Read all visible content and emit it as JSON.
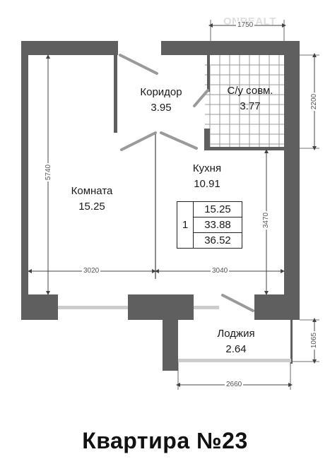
{
  "colors": {
    "wall": "#5f5f5f",
    "window": "#c8c8c8",
    "door": "#a0a0a0",
    "dim_line": "#444444",
    "tile_grid": "#9a9a9a"
  },
  "rooms": {
    "corridor": {
      "name": "Коридор",
      "area": "3.95"
    },
    "bathroom": {
      "name": "С/у совм.",
      "area": "3.77"
    },
    "kitchen": {
      "name": "Кухня",
      "area": "10.91"
    },
    "room": {
      "name": "Комната",
      "area": "15.25"
    },
    "loggia": {
      "name": "Лоджия",
      "area": "2.64"
    }
  },
  "summary": {
    "index": "1",
    "values": [
      "15.25",
      "33.88",
      "36.52"
    ]
  },
  "dimensions": {
    "top": "1750",
    "bath_height": "2200",
    "left_height": "5740",
    "kitchen_height": "3470",
    "room_width": "3020",
    "kitchen_width": "3040",
    "loggia_height": "1065",
    "loggia_width": "2660"
  },
  "watermark": "ONREALT",
  "title": "Квартира №23"
}
